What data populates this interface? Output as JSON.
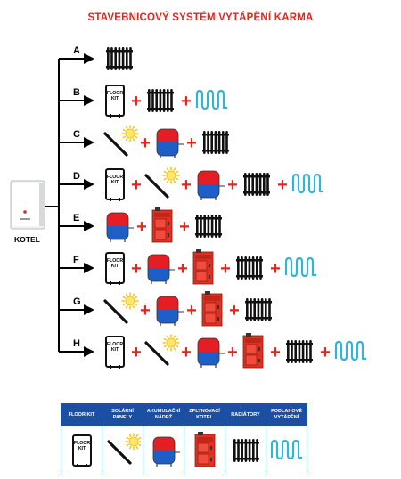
{
  "title": "STAVEBNICOVÝ SYSTÉM VYTÁPĚNÍ KARMA",
  "boiler_label": "KOTEL",
  "plus_symbol": "+",
  "colors": {
    "title": "#e3261c",
    "plus": "#e3261c",
    "legend_header": "#1b4fa3",
    "floor_heating": "#32b5d4",
    "tank_top": "#e31e24",
    "tank_bottom": "#1d5fc6"
  },
  "rows": [
    {
      "label": "A",
      "components": [
        "radiator"
      ]
    },
    {
      "label": "B",
      "components": [
        "floorkit",
        "radiator",
        "floor-heating"
      ]
    },
    {
      "label": "C",
      "components": [
        "solar",
        "tank",
        "radiator"
      ]
    },
    {
      "label": "D",
      "components": [
        "floorkit",
        "solar",
        "tank",
        "radiator",
        "floor-heating"
      ]
    },
    {
      "label": "E",
      "components": [
        "tank",
        "gas-boiler",
        "radiator"
      ]
    },
    {
      "label": "F",
      "components": [
        "floorkit",
        "tank",
        "gas-boiler",
        "radiator",
        "floor-heating"
      ]
    },
    {
      "label": "G",
      "components": [
        "solar",
        "tank",
        "gas-boiler",
        "radiator"
      ]
    },
    {
      "label": "H",
      "components": [
        "floorkit",
        "solar",
        "tank",
        "gas-boiler",
        "radiator",
        "floor-heating"
      ]
    }
  ],
  "floor_kit_text": [
    "FLOOR",
    "KIT"
  ],
  "legend": [
    {
      "icon": "floorkit",
      "lines": [
        "FLOOR KIT"
      ]
    },
    {
      "icon": "solar",
      "lines": [
        "SOLÁRNÍ",
        "PANELY"
      ]
    },
    {
      "icon": "tank",
      "lines": [
        "AKUMULAČNÍ",
        "NÁDRŽ"
      ]
    },
    {
      "icon": "gas-boiler",
      "lines": [
        "ZPLYNOVACÍ",
        "KOTEL"
      ]
    },
    {
      "icon": "radiator",
      "lines": [
        "RADIÁTORY"
      ]
    },
    {
      "icon": "floor-heating",
      "lines": [
        "PODLAHOVÉ",
        "VYTÁPĚNÍ"
      ]
    }
  ]
}
